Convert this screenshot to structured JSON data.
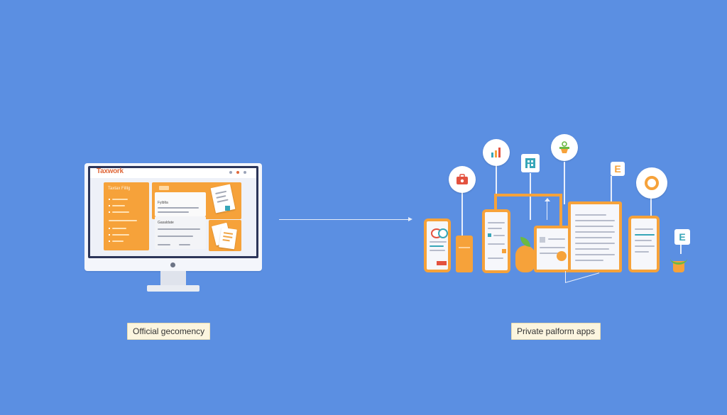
{
  "left": {
    "monitor": {
      "brand": "Taxwork",
      "sidebar_title": "Taxtax Filllg",
      "card_a_label": "Fyiblta",
      "card_b_label": "Gasaldate"
    },
    "caption": "Official gecomency"
  },
  "right": {
    "caption": "Private palform apps",
    "badges": {
      "e_top": "E",
      "e_side": "E"
    }
  },
  "colors": {
    "background": "#5b8fe2",
    "accent_orange": "#f6a23a",
    "caption_bg": "#fbf5df",
    "brand_red": "#e0683a",
    "teal": "#37a6b8"
  }
}
